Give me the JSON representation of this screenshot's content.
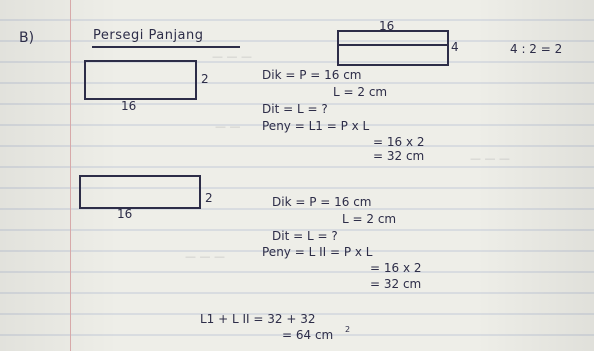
{
  "section_label": "B)",
  "title": "Persegi Panjang",
  "top_right": {
    "width_label": "16",
    "height_label": "4",
    "ratio": "4 : 2 = 2"
  },
  "problem1": {
    "width_label": "16",
    "height_label": "2",
    "lines": [
      "Dik = P = 16 cm",
      "L = 2 cm",
      "Dit = L = ?",
      "Peny = L1 = P x L",
      "= 16 x 2",
      "= 32 cm"
    ]
  },
  "problem2": {
    "width_label": "16",
    "height_label": "2",
    "lines": [
      "Dik = P = 16 cm",
      "L = 2 cm",
      "Dit = L = ?",
      "Peny = L II = P x L",
      "= 16 x 2",
      "= 32 cm"
    ]
  },
  "total": {
    "line1": "L1 + L II = 32 + 32",
    "line2": "= 64 cm",
    "exponent": "2"
  }
}
